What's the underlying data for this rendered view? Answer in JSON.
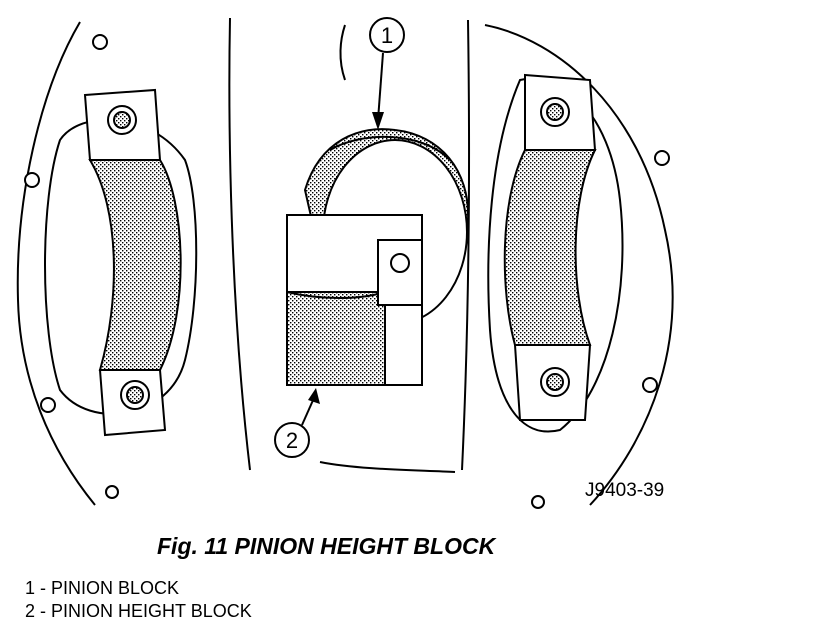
{
  "figure": {
    "drawing_code": "J9403-39",
    "caption": "Fig. 11 PINION HEIGHT BLOCK",
    "callouts": [
      {
        "number": "1"
      },
      {
        "number": "2"
      }
    ],
    "legend": [
      {
        "text": "1 - PINION BLOCK"
      },
      {
        "text": "2 - PINION HEIGHT BLOCK"
      }
    ]
  }
}
